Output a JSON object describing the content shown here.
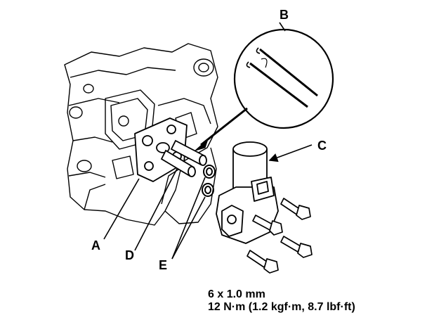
{
  "callouts": {
    "a": "A",
    "b": "B",
    "c": "C",
    "d": "D",
    "e": "E"
  },
  "torque_spec": {
    "bolt_size": "6 x 1.0 mm",
    "torque": "12 N·m (1.2 kgf·m, 8.7 lbf·ft)"
  },
  "colors": {
    "line": "#000000",
    "background": "#ffffff",
    "shade": "#e6e6e6"
  }
}
